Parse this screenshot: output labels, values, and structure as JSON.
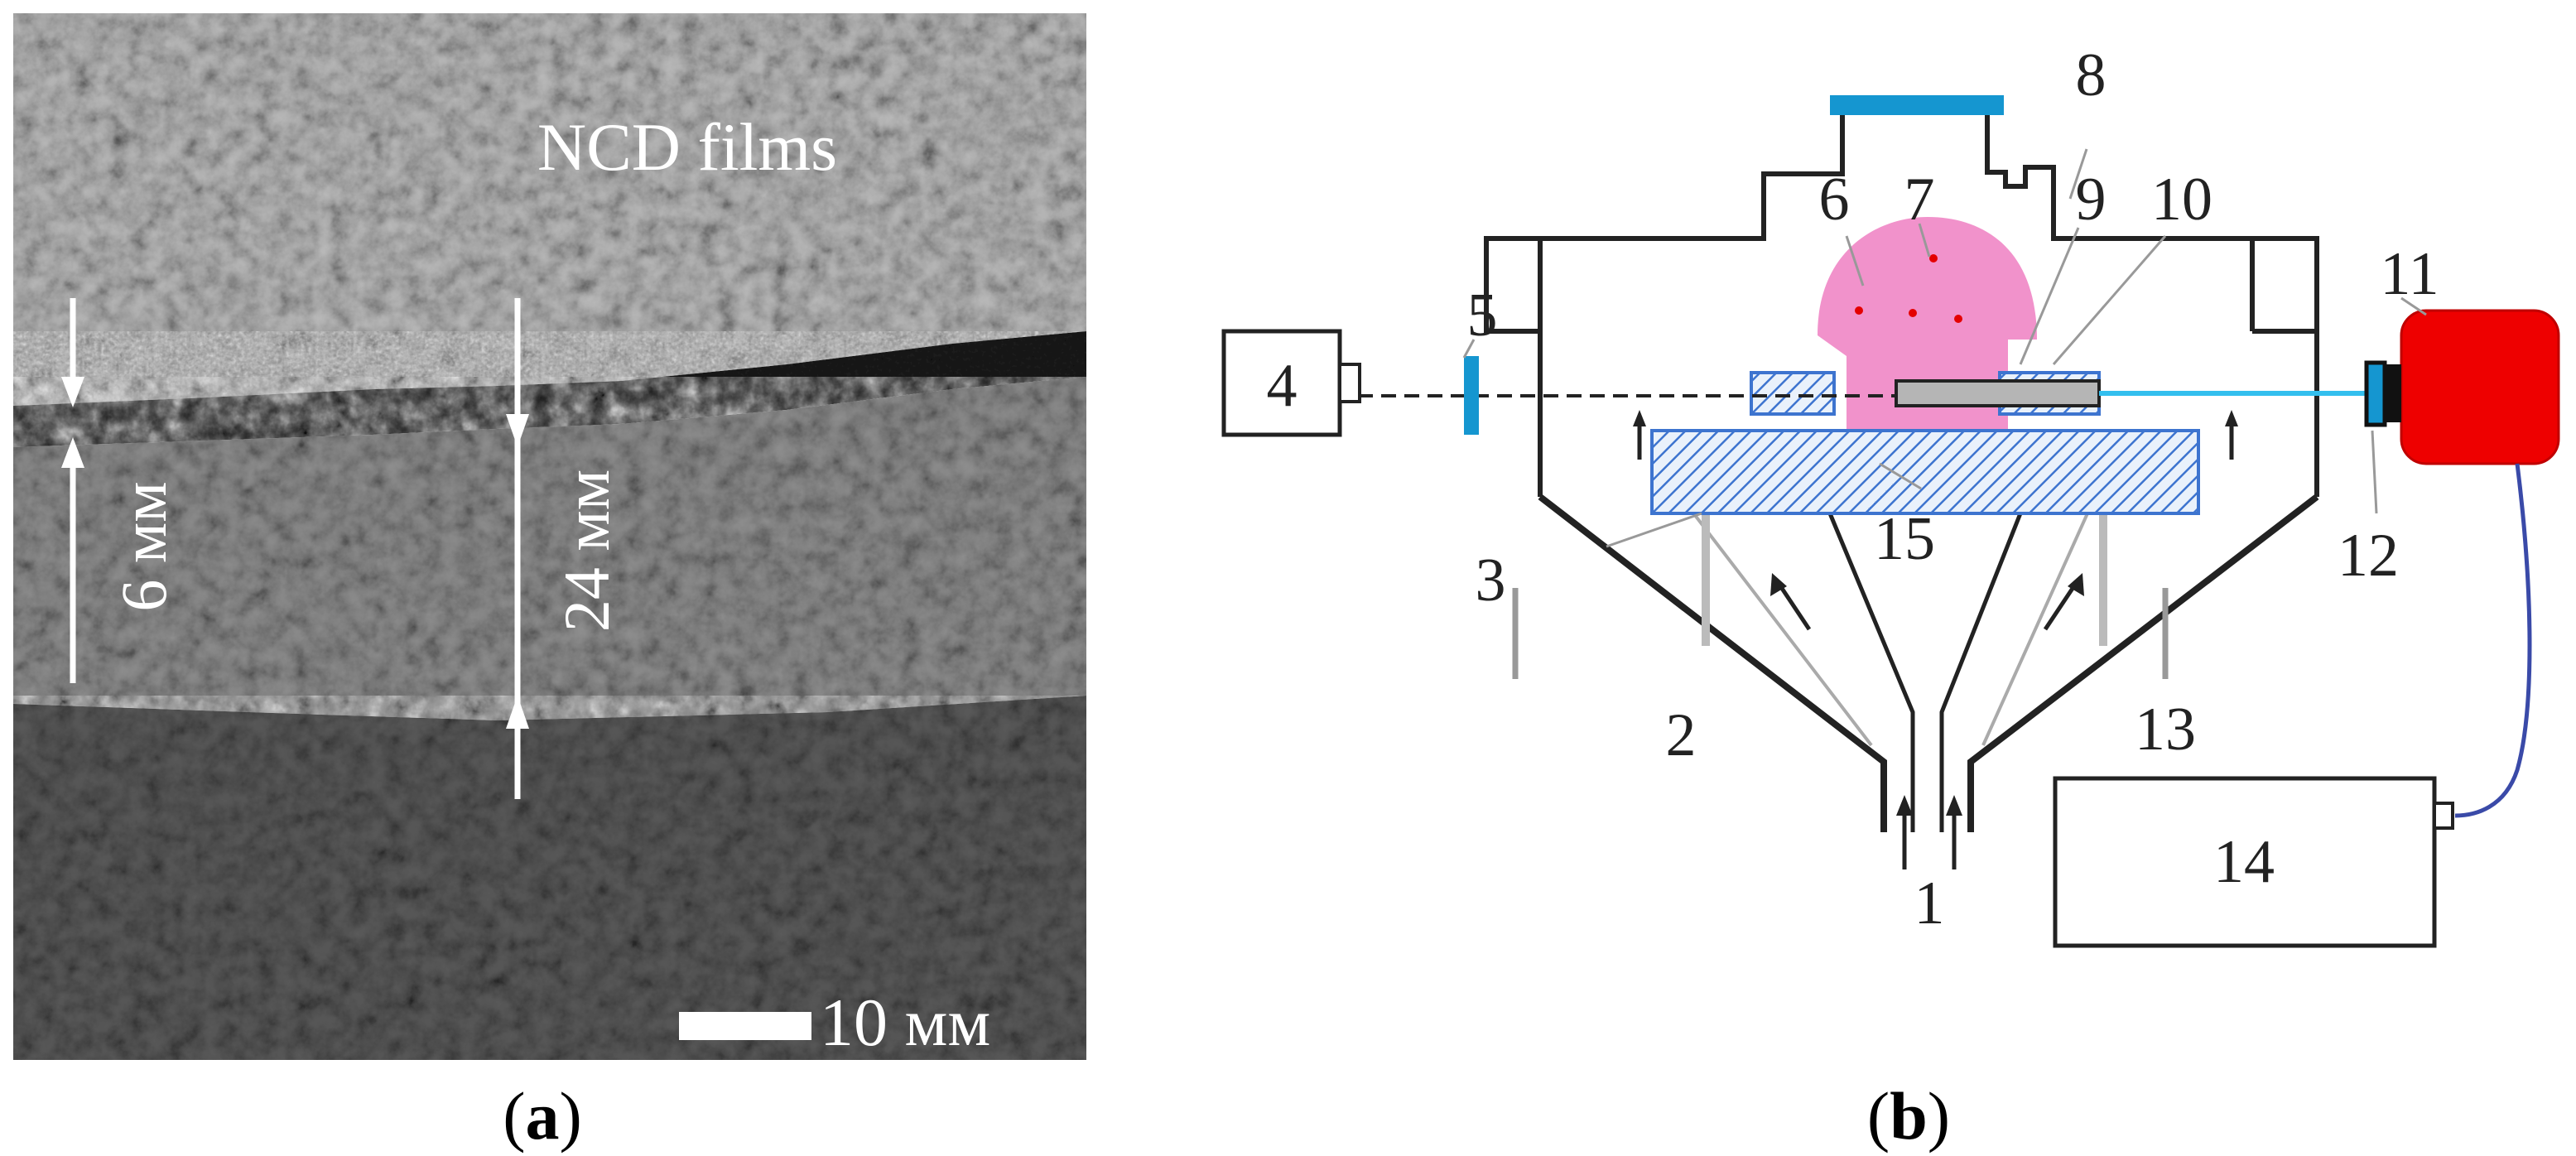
{
  "panel_a": {
    "film_label": "NCD films",
    "thickness_top": "6 мм",
    "thickness_main": "24 мм",
    "scale_bar": "10 мм",
    "caption_letter": "a"
  },
  "panel_b": {
    "caption_letter": "b",
    "callouts": [
      "1",
      "2",
      "3",
      "4",
      "5",
      "6",
      "7",
      "8",
      "9",
      "10",
      "11",
      "12",
      "13",
      "14",
      "15"
    ]
  },
  "colors": {
    "plasma": "#f08cc8",
    "window_blue": "#1596d0",
    "laser_beam": "#33bfee",
    "hatch_blue": "#3d74cf",
    "source_red": "#ee0000",
    "fiber": "#3a4aa8"
  },
  "caption_format": {
    "open": "(",
    "close": ")"
  }
}
